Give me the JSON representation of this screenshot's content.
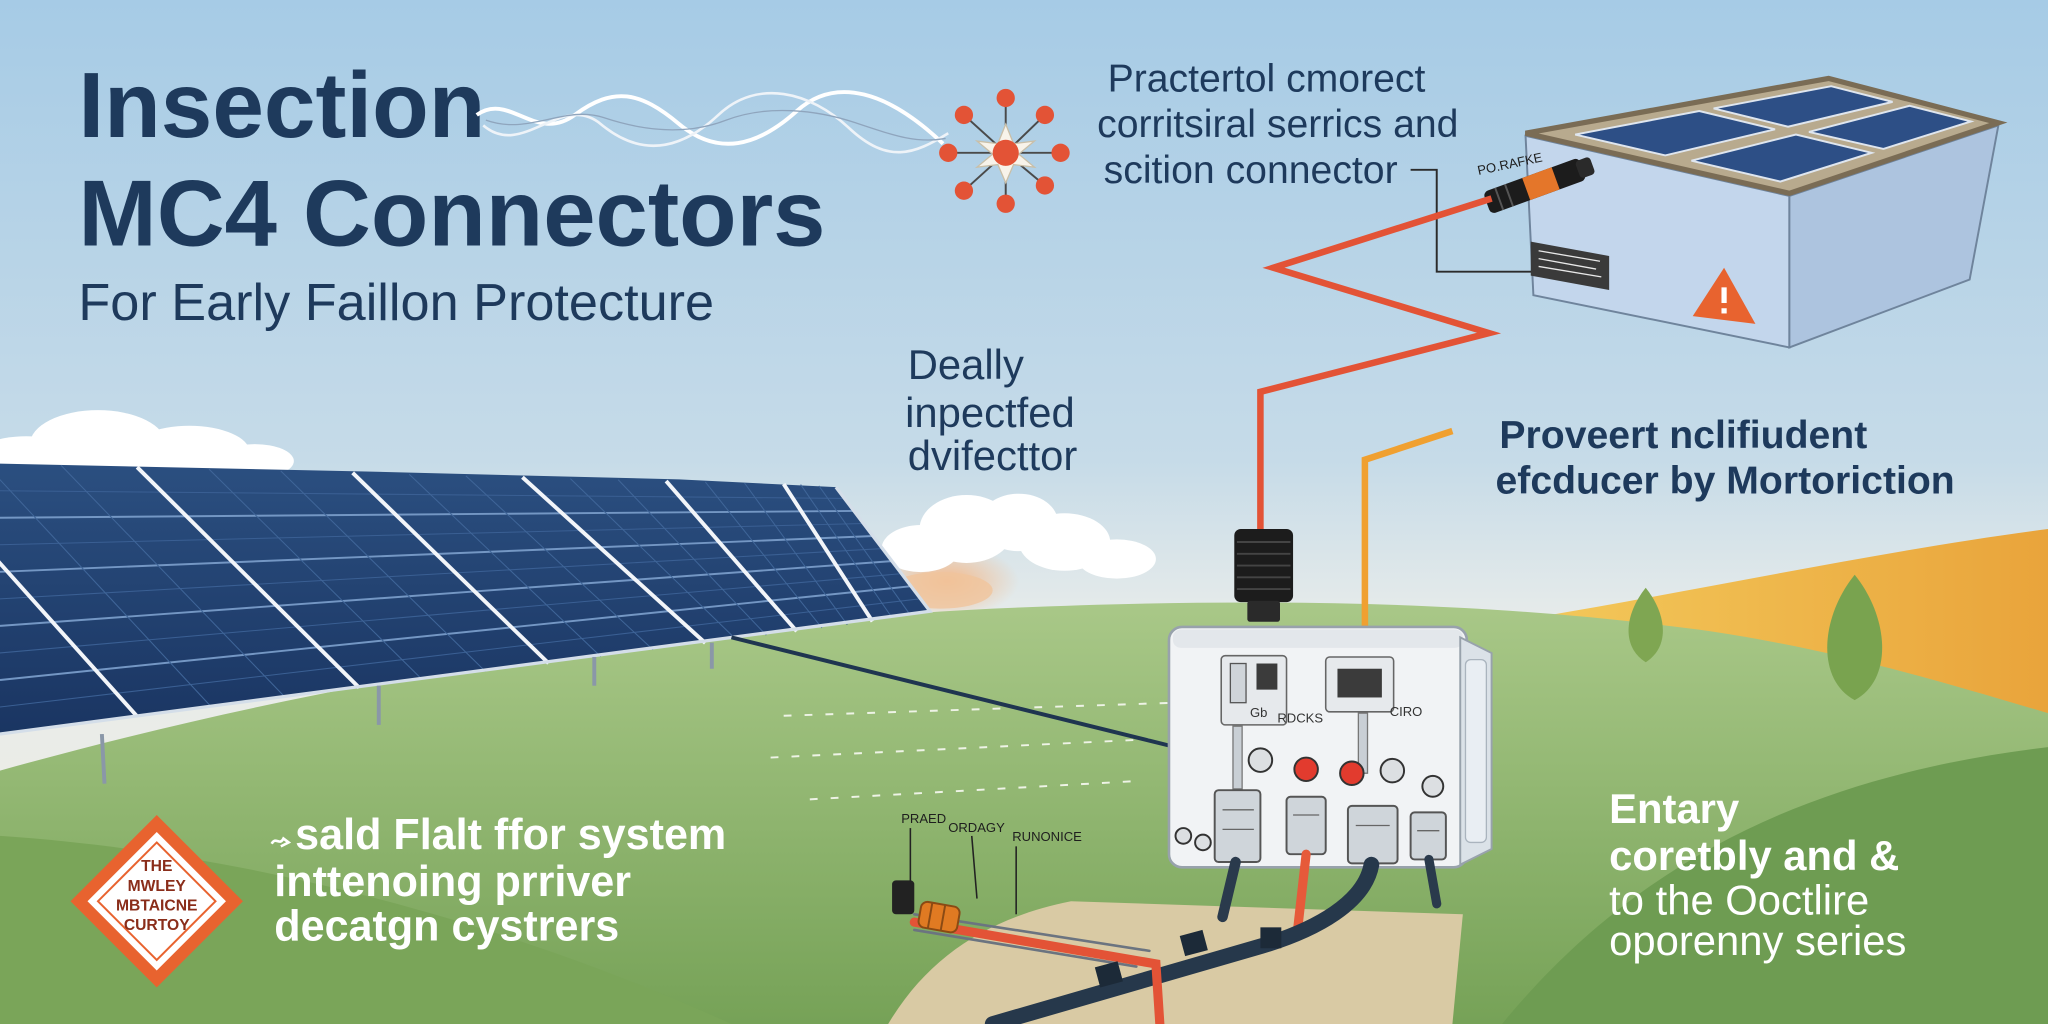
{
  "title": {
    "line1": "Insection",
    "line2": "MC4 Connectors",
    "subtitle": "For Early Faillon Protecture"
  },
  "callouts": {
    "top_center": [
      "Practertol cmorect",
      "corritsiral serrics and",
      "scition connector"
    ],
    "middle": [
      "Deally",
      "inpectfed",
      "dvifecttor"
    ],
    "right": [
      "Proveert nclifiudent",
      "efcducer by Mortoriction"
    ],
    "bottom_left": [
      "sald Flalt ffor system",
      "inttenoing prriver",
      "decatgn cystrers"
    ],
    "bottom_right": [
      "Entary",
      "coretbly and &",
      "to the Ooctlire",
      "oporenny series"
    ]
  },
  "warning_sign": [
    "THE",
    "MWLEY",
    "MBTAICNE",
    "CURTOY"
  ],
  "labels": {
    "roof_connector": "PO.RAFKE",
    "inverter_tag": "Gb",
    "inverter_left": "RDCKS",
    "inverter_right": "CIRO",
    "cable_tags": [
      "PRAED",
      "ORDAGY",
      "RUNONICE"
    ]
  },
  "icons": [
    "molecule-icon",
    "mc4-connector-icon",
    "warning-triangle-icon",
    "warning-sign-icon",
    "arrow-icon",
    "tree-icon"
  ],
  "colors": {
    "title": "#1e3a5c",
    "accent_red": "#e35336",
    "accent_orange": "#f0a030",
    "warning_orange": "#e8632f",
    "caption_white": "#ffffff",
    "sign_text": "#8a2d1a"
  }
}
